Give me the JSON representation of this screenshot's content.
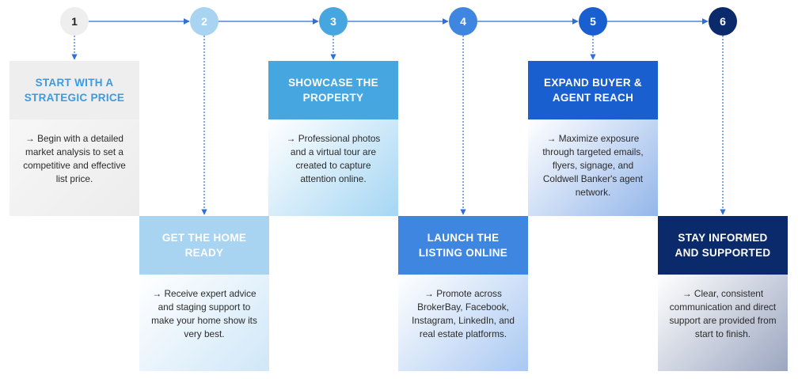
{
  "steps": [
    {
      "number": "1",
      "title": "START WITH A STRATEGIC PRICE",
      "description": "→ Begin with a detailed market analysis to set a competitive and effective list price."
    },
    {
      "number": "2",
      "title": "GET THE HOME READY",
      "description": "→ Receive expert advice and staging support to make your home show its very best."
    },
    {
      "number": "3",
      "title": "SHOWCASE THE PROPERTY",
      "description": "→ Professional photos and a virtual tour are created to capture attention online."
    },
    {
      "number": "4",
      "title": "LAUNCH THE LISTING ONLINE",
      "description": "→ Promote across BrokerBay, Facebook, Instagram, LinkedIn, and real estate platforms."
    },
    {
      "number": "5",
      "title": "EXPAND BUYER & AGENT REACH",
      "description": "→ Maximize exposure through targeted emails, flyers, signage, and Coldwell Banker's agent network."
    },
    {
      "number": "6",
      "title": "STAY INFORMED AND SUPPORTED",
      "description": "→ Clear, consistent communication and direct support are provided from start to finish."
    }
  ],
  "colors": {
    "line": "#2f6fd6",
    "circles": [
      "#eeeeee",
      "#a8d3f1",
      "#45a6e0",
      "#3f86e0",
      "#1a5fd0",
      "#0b2a6b"
    ],
    "circle_text": [
      "#222222",
      "#ffffff",
      "#ffffff",
      "#ffffff",
      "#ffffff",
      "#ffffff"
    ],
    "heads": [
      "#eeeeee",
      "#a8d3f1",
      "#45a6e0",
      "#3f86e0",
      "#1a5fd0",
      "#0b2a6b"
    ],
    "head_text": [
      "#3b9ae0",
      "#ffffff",
      "#ffffff",
      "#ffffff",
      "#ffffff",
      "#ffffff"
    ],
    "body_start": [
      "#f7f7f7",
      "#ffffff",
      "#ffffff",
      "#ffffff",
      "#ffffff",
      "#ffffff"
    ],
    "body_end": [
      "#ececec",
      "#cfe7f8",
      "#a5d6f3",
      "#a9c8f2",
      "#94b6ea",
      "#9ba6c0"
    ]
  }
}
